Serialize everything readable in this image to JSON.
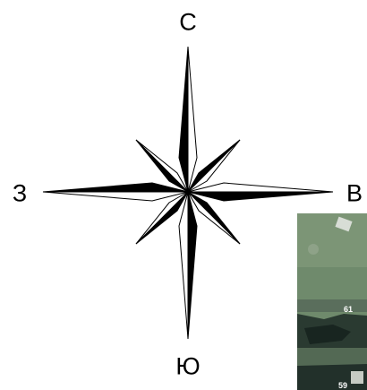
{
  "compass": {
    "north": "С",
    "east": "В",
    "south": "Ю",
    "west": "З"
  },
  "map_inset": {
    "labels": [
      "61",
      "59"
    ]
  },
  "colors": {
    "ink": "#000000",
    "paper": "#ffffff",
    "map_green": "#6f8a6c",
    "map_dark": "#22302a"
  }
}
